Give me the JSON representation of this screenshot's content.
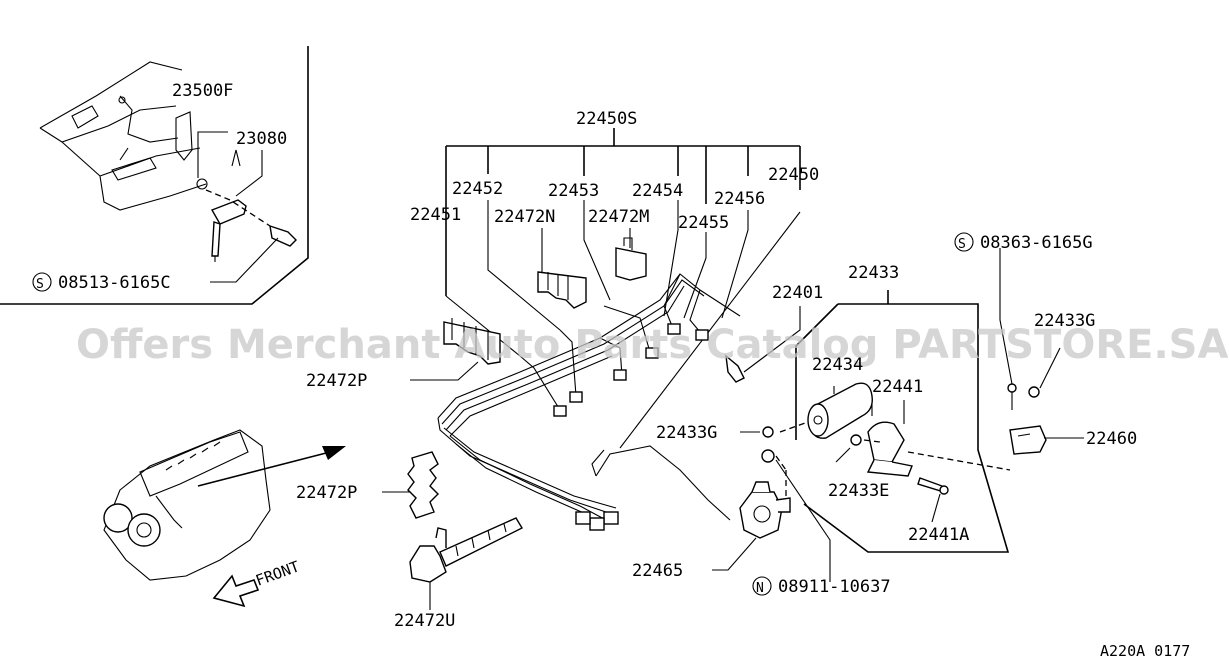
{
  "labels": {
    "p23500F": "23500F",
    "p23080": "23080",
    "p08513": "08513-6165C",
    "p22450S": "22450S",
    "p22450": "22450",
    "p22451": "22451",
    "p22452": "22452",
    "p22453": "22453",
    "p22454": "22454",
    "p22455": "22455",
    "p22456": "22456",
    "p22472N": "22472N",
    "p22472M": "22472M",
    "p22472P_a": "22472P",
    "p22472P_b": "22472P",
    "p22472U": "22472U",
    "p22401": "22401",
    "p22433": "22433",
    "p08363": "08363-6165G",
    "p22433G_a": "22433G",
    "p22433G_b": "22433G",
    "p22434": "22434",
    "p22441": "22441",
    "p22460": "22460",
    "p22433E": "22433E",
    "p22441A": "22441A",
    "p22465": "22465",
    "p08911": "08911-10637",
    "front": "FRONT",
    "code": "A220A 0177"
  },
  "symbols": {
    "s": "S",
    "n": "N"
  },
  "watermark": "Offers Merchant Auto Parts Catalog PARTSTORE.SA"
}
